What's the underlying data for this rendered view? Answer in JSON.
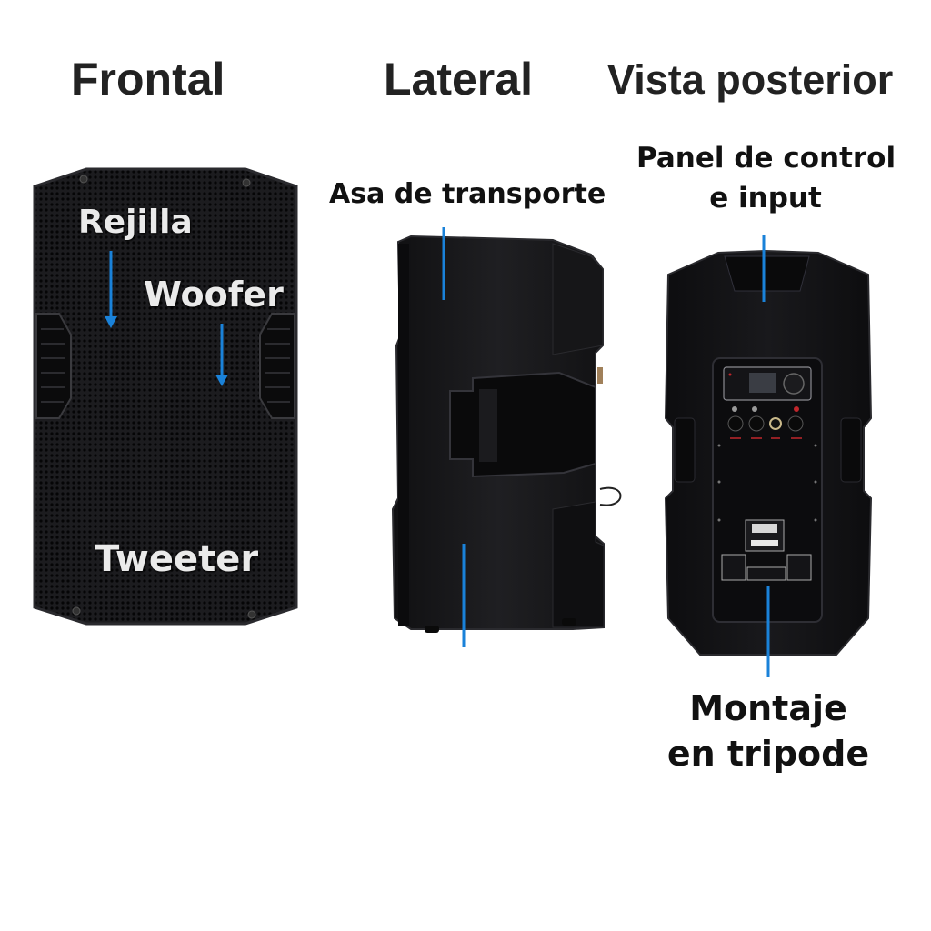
{
  "headings": {
    "front": "Frontal",
    "side": "Lateral",
    "rear": "Vista posterior"
  },
  "front_view": {
    "labels": {
      "grille": "Rejilla",
      "woofer": "Woofer",
      "tweeter": "Tweeter"
    }
  },
  "side_view": {
    "labels": {
      "handle": "Asa de transporte"
    }
  },
  "rear_view": {
    "labels": {
      "panel_line1": "Panel de control",
      "panel_line2": "e input",
      "mount_line1": "Montaje",
      "mount_line2": "en tripode"
    }
  },
  "colors": {
    "pointer": "#1a82d9",
    "cabinet": "#141416",
    "cabinet_edge": "#2a2a2e",
    "text_dark": "#111111",
    "text_light": "#eaeaea",
    "connector_accent": "#c0262b"
  }
}
